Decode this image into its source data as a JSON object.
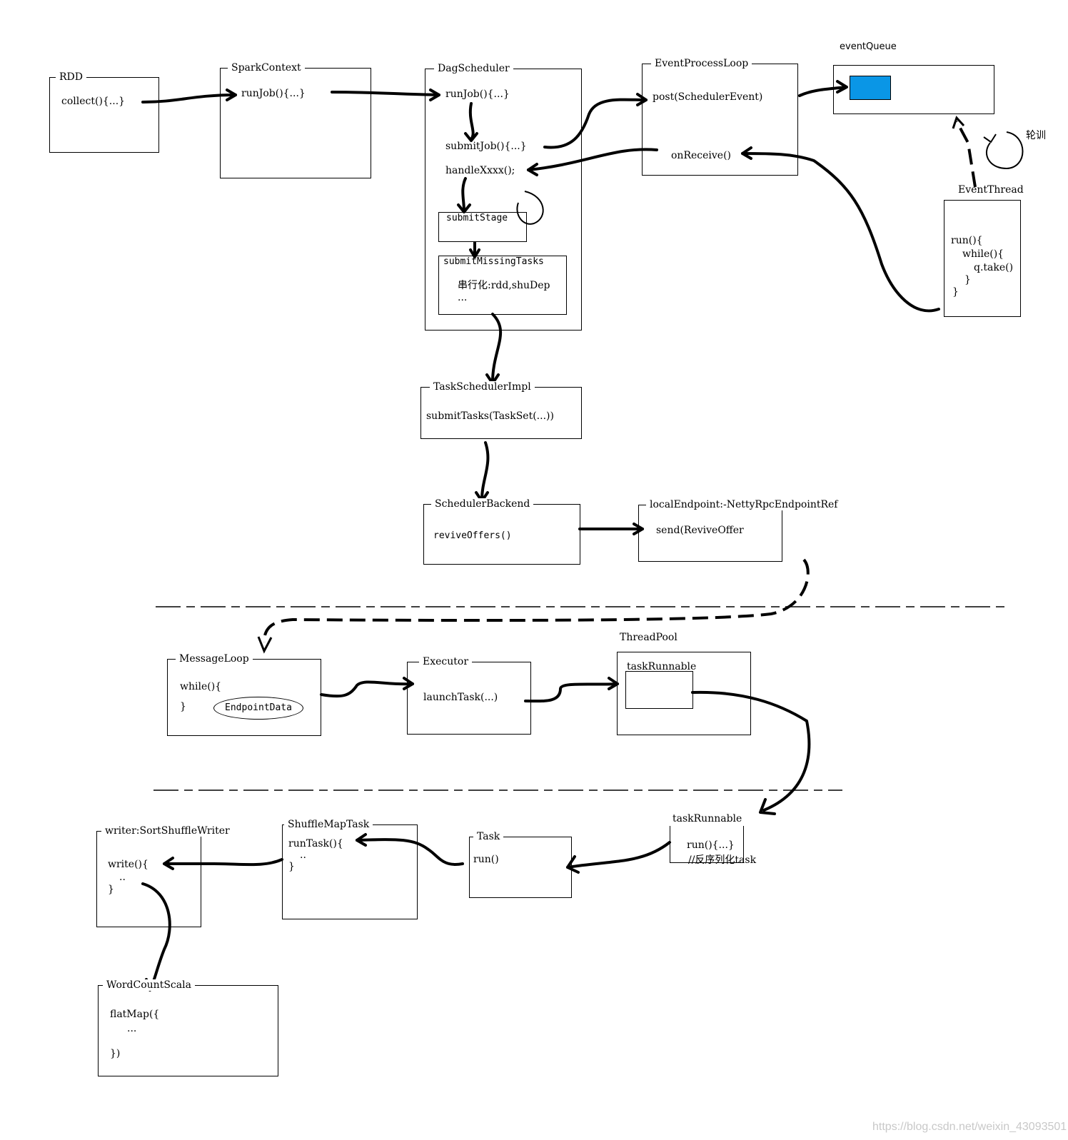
{
  "colors": {
    "queue_item": "#0A96E6",
    "stroke": "#000000",
    "watermark": "#c8c8c8"
  },
  "icons": {
    "loop": "circular-arrow-icon"
  },
  "rdd": {
    "title": "RDD",
    "body": "collect(){...}"
  },
  "spark_context": {
    "title": "SparkContext",
    "body": "runJob(){...}"
  },
  "dag_scheduler": {
    "title": "DagScheduler",
    "run_job": "runJob(){...}",
    "submit_job": "submitJob(){...}",
    "handle": "handleXxxx();",
    "submit_stage": "submitStage",
    "submit_missing": "submitMissingTasks",
    "serialize": "串行化:rdd,shuDep",
    "dots": "..."
  },
  "event_process_loop": {
    "title": "EventProcessLoop",
    "post": "post(SchedulerEvent)",
    "on_receive": "onReceive()"
  },
  "event_queue": {
    "title": "eventQueue"
  },
  "event_thread": {
    "title": "EventThread",
    "loop_label": "轮训",
    "line1": "run(){",
    "line2": "while(){",
    "line3": "q.take()",
    "line4": "}",
    "line5": "}"
  },
  "task_scheduler_impl": {
    "title": "TaskSchedulerImpl",
    "body": "submitTasks(TaskSet(...))"
  },
  "scheduler_backend": {
    "title": "SchedulerBackend",
    "body": "reviveOffers()"
  },
  "local_endpoint": {
    "title": "localEndpoint:-NettyRpcEndpointRef",
    "body": "send(ReviveOffer"
  },
  "message_loop": {
    "title": "MessageLoop",
    "line1": "while(){",
    "line2": "}",
    "endpoint_data": "EndpointData"
  },
  "executor": {
    "title": "Executor",
    "body": "launchTask(...)"
  },
  "thread_pool": {
    "title": "ThreadPool",
    "task_runnable": "taskRunnable"
  },
  "task_runnable": {
    "title": "taskRunnable",
    "line1": "run(){...}",
    "line2": "//反序列化task"
  },
  "task": {
    "title": "Task",
    "body": "run()"
  },
  "shuffle_map_task": {
    "title": "ShuffleMapTask",
    "line1": "runTask(){",
    "line2": "..",
    "line3": "}"
  },
  "writer": {
    "title": "writer:SortShuffleWriter",
    "line1": "write(){",
    "line2": "..",
    "line3": "}"
  },
  "word_count": {
    "title": "WordCountScala",
    "line1": "flatMap({",
    "line2": "...",
    "line3": "})"
  },
  "watermark": "https://blog.csdn.net/weixin_43093501"
}
